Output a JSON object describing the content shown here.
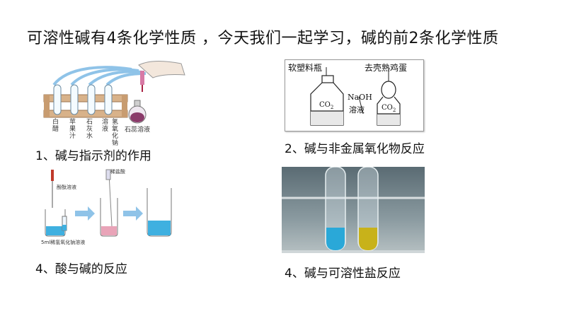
{
  "title": "可溶性碱有4条化学性质  ，今天我们一起学习，碱的前2条化学性质",
  "captions": {
    "c1": "1、碱与指示剂的作用",
    "c2": "2、碱与非金属氧化物反应",
    "c3": "4、酸与碱的反应",
    "c4": "4、碱与可溶性盐反应"
  },
  "panel1": {
    "tube_labels": [
      "白醋",
      "苹果汁",
      "石灰水",
      "溶液",
      "氢氧化钠"
    ],
    "indicator_label": "石蕊溶液"
  },
  "panel2": {
    "bottle_label": "软塑料瓶",
    "egg_label": "去壳熟鸡蛋",
    "solution_label_1": "NaOH",
    "solution_label_2": "溶液",
    "co2_left": "CO",
    "co2_right": "CO",
    "subscript": "2"
  },
  "panel3": {
    "dropper_label": "酚酞溶液",
    "acid_label": "稀盐酸",
    "beaker_label": "5ml稀氢氧化钠溶液"
  },
  "colors": {
    "blue_liquid": "#2aa8d8",
    "yellow_liquid": "#c8b21a",
    "arrow_blue": "#8fc3e8",
    "photo_bg": "#6e7f86"
  }
}
